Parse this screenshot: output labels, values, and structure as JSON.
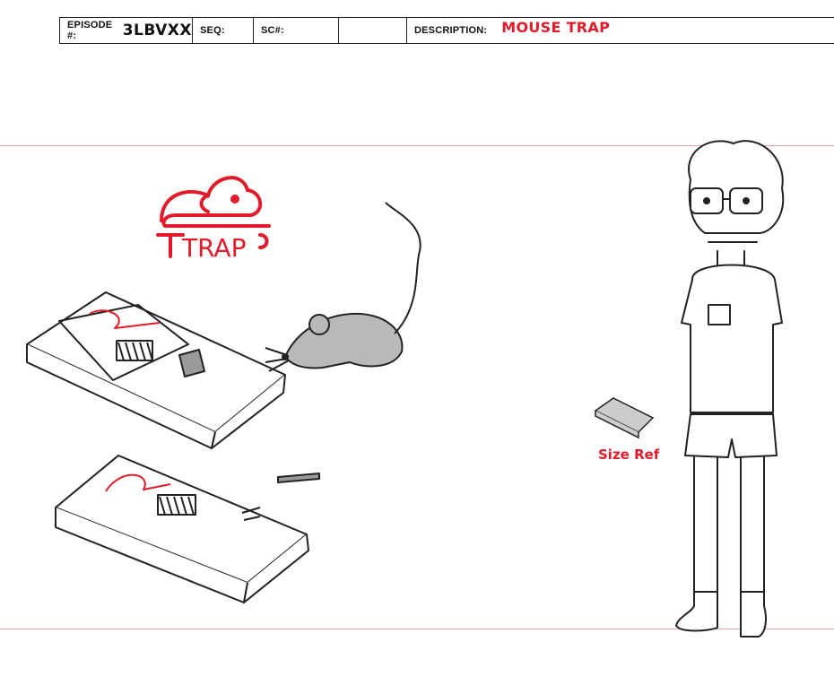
{
  "header": {
    "episode_label": "EPISODE #:",
    "episode_value": "3LBVXX",
    "seq_label": "SEQ:",
    "sc_label": "SC#:",
    "description_label": "DESCRIPTION:",
    "description_value": "MOUSE TRAP"
  },
  "logo": {
    "text": "TRAP"
  },
  "size_ref_label": "Size Ref",
  "colors": {
    "accent_red": "#e11b2a",
    "guide_line": "#f2a3a8",
    "ink": "#222222",
    "mouse_grey": "#b9b9b9"
  },
  "icons": [
    "mouse-trap-logo-icon"
  ]
}
